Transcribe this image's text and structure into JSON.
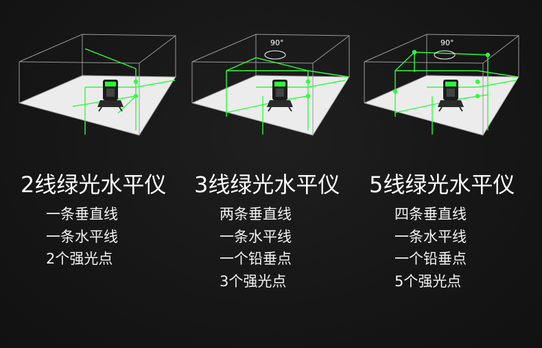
{
  "accent_color": "#2bff3a",
  "panels": [
    {
      "title": "2线绿光水平仪",
      "features": [
        "一条垂直线",
        "一条水平线",
        "2个强光点"
      ],
      "angle_label": ""
    },
    {
      "title": "3线绿光水平仪",
      "features": [
        "两条垂直线",
        "一条水平线",
        "一个铅垂点",
        "3个强光点"
      ],
      "angle_label": "90°"
    },
    {
      "title": "5线绿光水平仪",
      "features": [
        "四条垂直线",
        "一条水平线",
        "一个铅垂点",
        "5个强光点"
      ],
      "angle_label": "90°"
    }
  ]
}
